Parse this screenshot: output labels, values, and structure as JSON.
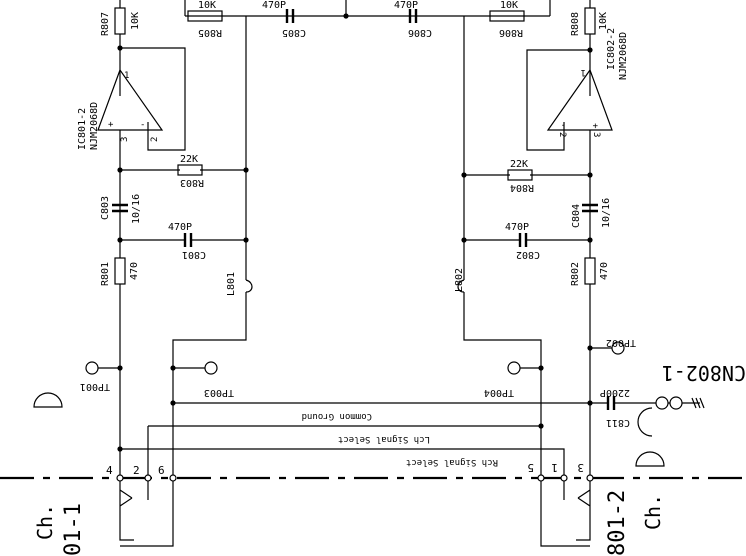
{
  "resistors": {
    "r807": {
      "ref": "R807",
      "value": "10K"
    },
    "r805": {
      "ref": "R805",
      "value": "10K"
    },
    "r806": {
      "ref": "R806",
      "value": "10K"
    },
    "r808": {
      "ref": "R808",
      "value": "10K"
    },
    "r803": {
      "ref": "R803",
      "value": "22K"
    },
    "r804": {
      "ref": "R804",
      "value": "22K"
    },
    "r801": {
      "ref": "R801",
      "value": "470"
    },
    "r802": {
      "ref": "R802",
      "value": "470"
    }
  },
  "capacitors": {
    "c805": {
      "ref": "C805",
      "value": "470P"
    },
    "c806": {
      "ref": "C806",
      "value": "470P"
    },
    "c801": {
      "ref": "C801",
      "value": "470P"
    },
    "c802": {
      "ref": "C802",
      "value": "470P"
    },
    "c803": {
      "ref": "C803",
      "value": "10/16"
    },
    "c804": {
      "ref": "C804",
      "value": "10/16"
    },
    "c811": {
      "ref": "C811",
      "value": "2200P"
    }
  },
  "opamps": {
    "ic801": {
      "ref": "IC801-2",
      "part": "NJM2068D"
    },
    "ic802": {
      "ref": "IC802-2",
      "part": "NJM2068D"
    }
  },
  "inductors": {
    "l801": "L801",
    "l802": "L802"
  },
  "test_points": {
    "tp001": "TP001",
    "tp002": "TP002",
    "tp003": "TP003",
    "tp004": "TP004"
  },
  "nets": {
    "common_ground": "Common Ground",
    "lch_select": "Lch Signal Select",
    "rch_select": "Rch Signal Select"
  },
  "connector": {
    "label": "CN802-1"
  },
  "pins": {
    "p1": "1",
    "p2": "2",
    "p3": "3",
    "p4": "4",
    "p5": "5",
    "p6": "6"
  },
  "opamp_pins": {
    "out": "1",
    "inv": "2",
    "noninv": "3",
    "plus": "+",
    "minus": "-"
  },
  "bottom_labels": {
    "ch_left": "Ch.",
    "ch_right": "Ch.",
    "left_tag": "01-1",
    "right_tag": "801-2"
  }
}
